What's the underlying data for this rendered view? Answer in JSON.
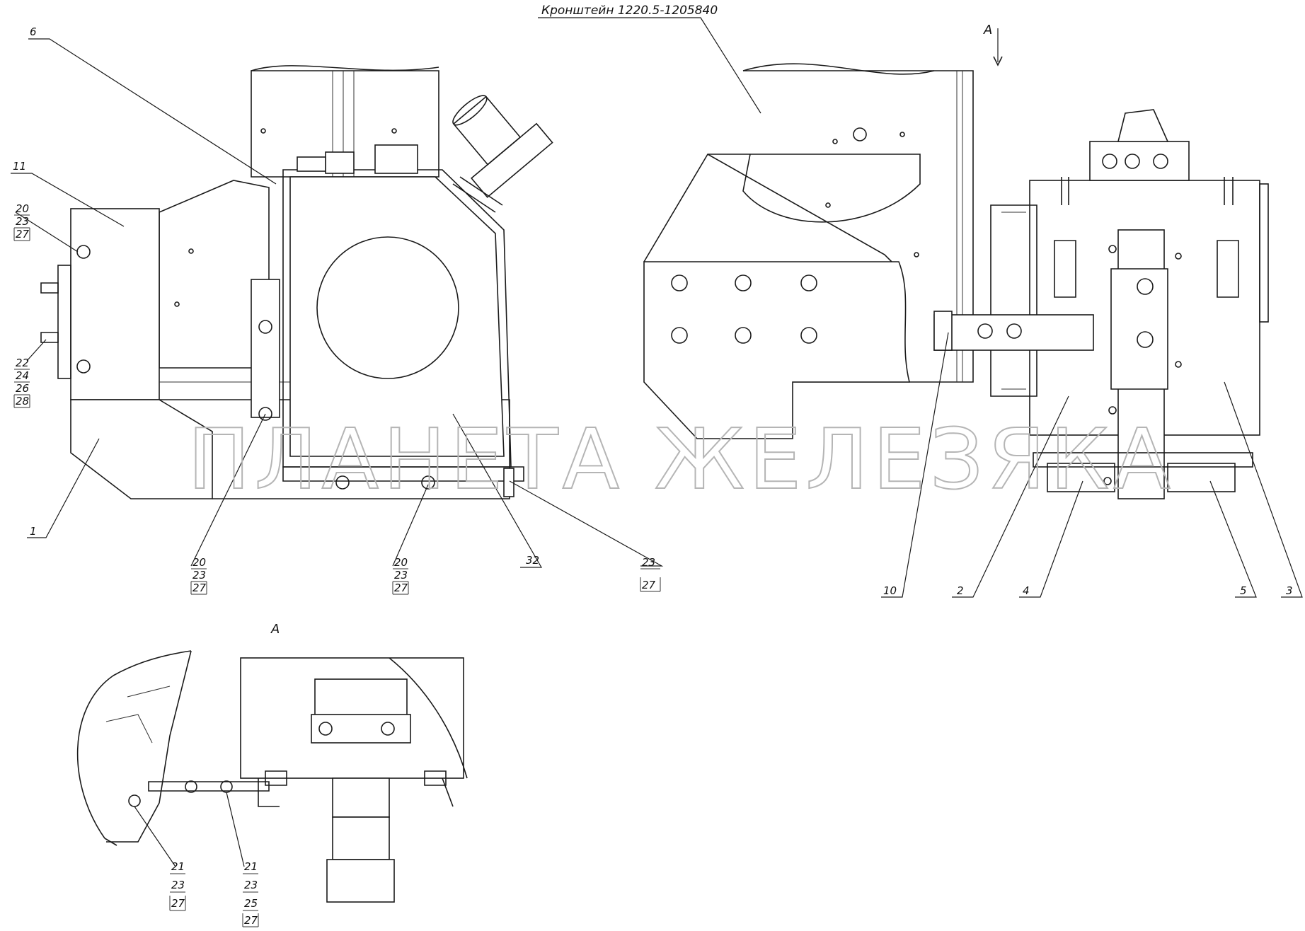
{
  "bracket_label": "Кронштейн 1220.5-1205840",
  "view_a_arrow_label": "A",
  "view_a_title": "A",
  "watermark": "ПЛАНЕТА ЖЕЛЕЗЯКА",
  "callouts": {
    "c6": "6",
    "c11": "11",
    "c1": "1",
    "c32": "32",
    "c10": "10",
    "c2": "2",
    "c4": "4",
    "c5": "5",
    "c3": "3"
  },
  "stacks": {
    "s_left_top": [
      "20",
      "23",
      "27"
    ],
    "s_left_bot": [
      "22",
      "24",
      "26",
      "28"
    ],
    "s_mid_a": [
      "20",
      "23",
      "27"
    ],
    "s_mid_b": [
      "20",
      "23",
      "27"
    ],
    "s_mid_c": [
      "23",
      "27"
    ],
    "s_view_a": [
      "21",
      "23",
      "27"
    ],
    "s_view_b": [
      "21",
      "23",
      "25",
      "27"
    ]
  }
}
